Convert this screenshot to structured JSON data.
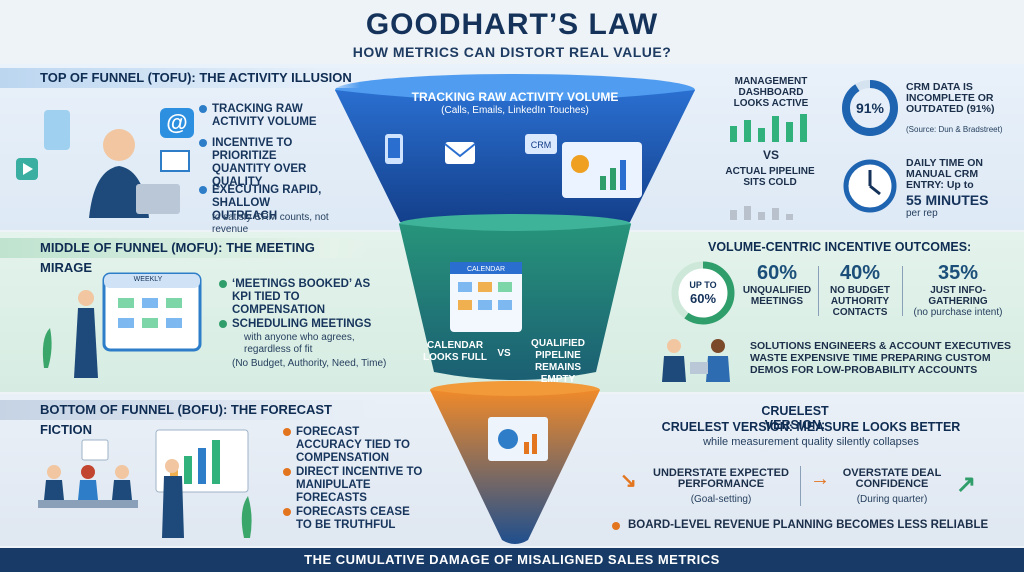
{
  "header": {
    "title": "GOODHART’S LAW",
    "subtitle": "HOW METRICS CAN DISTORT REAL VALUE?"
  },
  "tofu": {
    "heading": "TOP OF FUNNEL (TOFU): THE ACTIVITY ILLUSION",
    "bullets": [
      {
        "text": "TRACKING RAW ACTIVITY VOLUME"
      },
      {
        "text": "INCENTIVE TO PRIORITIZE QUANTITY OVER QUALITY"
      },
      {
        "text": "EXECUTING RAPID, SHALLOW OUTREACH",
        "sub": "to satisfy CRM counts, not revenue"
      }
    ],
    "funnel_title": "TRACKING RAW ACTIVITY VOLUME",
    "funnel_sub": "(Calls, Emails, LinkedIn Touches)",
    "crm_label": "CRM",
    "dashboard_label": "MANAGEMENT DASHBOARD LOOKS ACTIVE",
    "vs": "VS",
    "pipeline_label": "ACTUAL PIPELINE SITS COLD",
    "stat1": {
      "value": "91%",
      "fraction": 0.91,
      "label": "CRM DATA IS INCOMPLETE OR OUTDATED (91%)",
      "source": "(Source: Dun & Bradstreet)"
    },
    "stat2": {
      "label": "DAILY TIME ON MANUAL CRM ENTRY: Up to",
      "value": "55 MINUTES",
      "unit": "per rep"
    }
  },
  "mofu": {
    "heading": "MIDDLE OF FUNNEL (MOFU): THE MEETING MIRAGE",
    "calendar_label": "WEEKLY",
    "funnel_calendar": "CALENDAR",
    "bullets": [
      {
        "text": "‘MEETINGS BOOKED’ AS KPI TIED TO COMPENSATION"
      },
      {
        "text": "SCHEDULING MEETINGS",
        "sub": "with anyone who agrees, regardless of fit",
        "sub2": "(No Budget, Authority, Need, Time)"
      }
    ],
    "funnel_left": "CALENDAR LOOKS FULL",
    "funnel_vs": "VS",
    "funnel_right": "QUALIFIED PIPELINE REMAINS EMPTY",
    "outcomes_heading": "VOLUME-CENTRIC INCENTIVE OUTCOMES:",
    "ring": {
      "top": "UP TO",
      "value": "60%",
      "fraction": 0.6
    },
    "outcomes": [
      {
        "value": "60%",
        "label": "UNQUALIFIED MEETINGS"
      },
      {
        "value": "40%",
        "label": "NO BUDGET AUTHORITY CONTACTS"
      },
      {
        "value": "35%",
        "label": "JUST INFO-GATHERING",
        "sub": "(no purchase intent)"
      }
    ],
    "waste": "SOLUTIONS ENGINEERS & ACCOUNT EXECUTIVES WASTE EXPENSIVE TIME PREPARING CUSTOM DEMOS FOR LOW-PROBABILITY ACCOUNTS"
  },
  "bofu": {
    "heading": "BOTTOM OF FUNNEL (BOFU): THE FORECAST FICTION",
    "bullets": [
      {
        "text": "FORECAST ACCURACY TIED TO COMPENSATION"
      },
      {
        "text": "DIRECT INCENTIVE TO MANIPULATE FORECASTS"
      },
      {
        "text": "FORECASTS CEASE TO BE TRUTHFUL"
      }
    ],
    "cruel_title": "CRUELEST VERSION:",
    "cruel_line": "CRUELEST VERSION: MEASURE LOOKS BETTER",
    "cruel_sub": "while measurement quality silently collapses",
    "understate": "Understate Expected Performance",
    "understate_sub": "(Goal-setting)",
    "overstate": "Overstate Deal Confidence",
    "overstate_sub": "(During quarter)",
    "board": "BOARD-LEVEL REVENUE PLANNING BECOMES LESS RELIABLE"
  },
  "footer": "THE CUMULATIVE DAMAGE OF MISALIGNED SALES METRICS",
  "colors": {
    "navy": "#14325a",
    "blue": "#2d7dc8",
    "green": "#2f9e6a",
    "orange": "#e3751f"
  }
}
